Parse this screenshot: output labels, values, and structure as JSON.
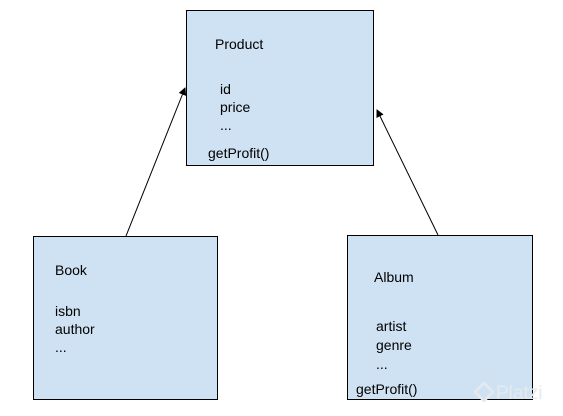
{
  "product": {
    "title": "Product",
    "attributes": [
      "id",
      "price",
      "..."
    ],
    "method": "getProfit()"
  },
  "book": {
    "title": "Book",
    "attributes": [
      "isbn",
      "author",
      "..."
    ]
  },
  "album": {
    "title": "Album",
    "attributes": [
      "artist",
      "genre",
      "..."
    ],
    "method": "getProfit()"
  },
  "watermark": {
    "text": "Platzi"
  },
  "colors": {
    "box_fill": "#cfe2f3",
    "line": "#000000",
    "watermark": "#e6e9ee"
  }
}
